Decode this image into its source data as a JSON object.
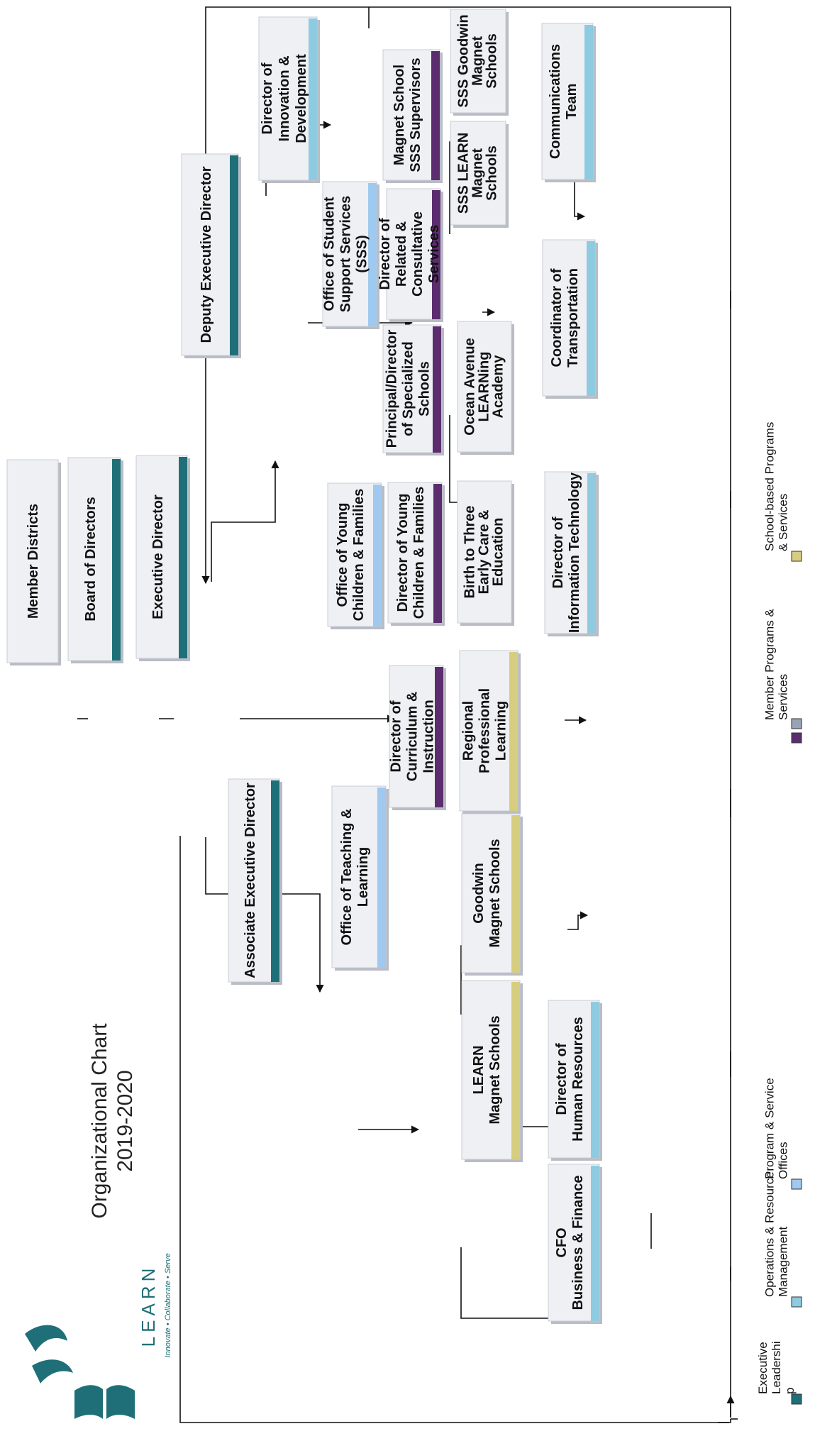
{
  "header": {
    "title_line1": "Organizational Chart",
    "title_line2": "2019-2020",
    "logo_text": "LEARN",
    "logo_tagline": "Innovate • Collaborate • Serve"
  },
  "colors": {
    "executive_leadership": "#1f6f78",
    "operations_resource": "#8ecbe0",
    "program_service": "#9fc9ee",
    "member_programs": "#5b2d6e",
    "school_based": "#d7cd7f",
    "box_fill": "#eef0f4",
    "connector": "#111111"
  },
  "boxes": {
    "member_districts": [
      "Member Districts"
    ],
    "board": [
      "Board of Directors"
    ],
    "executive_director": [
      "Executive Director"
    ],
    "deputy": [
      "Deputy Executive Director"
    ],
    "associate": [
      "Associate Executive Director"
    ],
    "innovation": [
      "Director of",
      "Innovation &",
      "Development"
    ],
    "sss_office": [
      "Office of Student",
      "Support Services",
      "(SSS)"
    ],
    "magnet_sss": [
      "Magnet School",
      "SSS Supervisors"
    ],
    "sss_goodwin": [
      "SSS Goodwin",
      "Magnet",
      "Schools"
    ],
    "sss_learn": [
      "SSS LEARN",
      "Magnet",
      "Schools"
    ],
    "related": [
      "Director of",
      "Related &",
      "Consultative",
      "Services"
    ],
    "principal": [
      "Principal/Director",
      "of Specialized",
      "Schools"
    ],
    "ocean": [
      "Ocean Avenue",
      "LEARNing",
      "Academy"
    ],
    "oycf": [
      "Office of Young",
      "Children & Families"
    ],
    "dycf": [
      "Director of Young",
      "Children & Families"
    ],
    "birth": [
      "Birth to Three",
      "Early Care &",
      "Education"
    ],
    "curriculum": [
      "Director of",
      "Curriculum &",
      "Instruction"
    ],
    "regional": [
      "Regional",
      "Professional",
      "Learning"
    ],
    "otl": [
      "Office of Teaching &",
      "Learning"
    ],
    "goodwin": [
      "Goodwin",
      "Magnet Schools"
    ],
    "learn_magnet": [
      "LEARN",
      "Magnet Schools"
    ],
    "cfo": [
      "CFO",
      "Business & Finance"
    ],
    "hr": [
      "Director of",
      "Human Resources"
    ],
    "it": [
      "Director of",
      "Information Technology"
    ],
    "transport": [
      "Coordinator of",
      "Transportation"
    ],
    "comms": [
      "Communications",
      "Team"
    ]
  },
  "legend": [
    {
      "label": [
        "Executive",
        "Leadershi",
        "p"
      ],
      "color_key": "executive_leadership"
    },
    {
      "label": [
        "Operations & Resource",
        "Management"
      ],
      "color_key": "operations_resource"
    },
    {
      "label": [
        "Program & Service",
        "Offices"
      ],
      "color_key": "program_service"
    },
    {
      "label": [
        "Member Programs &",
        "Services"
      ],
      "color_key": "member_programs"
    },
    {
      "label": [
        "School-based Programs",
        "& Services"
      ],
      "color_key": "school_based"
    }
  ]
}
